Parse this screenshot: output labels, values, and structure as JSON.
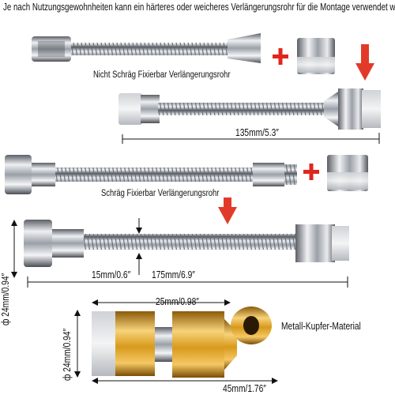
{
  "caption_top": "Je nach Nutzungsgewohnheiten kann ein härteres oder weicheres Verlängerungsrohr für die Montage verwendet werden",
  "caption_hose1": "Nicht Schräg Fixierbar Verlängerungsrohr",
  "caption_hose2": "Schräg Fixierbar Verlängerungsrohr",
  "dim_135": "135mm/5.3″",
  "dim_175": "175mm/6.9″",
  "dim_15": "15mm/0.6″",
  "dim_25": "25mm/0.98″",
  "dim_45": "45mm/1.76″",
  "dim_24_a": "ф 24mm/0.94″",
  "dim_24_b": "ф 24mm/0.94″",
  "material_label": "Metall-Kupfer-Material",
  "colors": {
    "arrow_red": "#e23a2a",
    "plus_red": "#e0261d",
    "chrome_dark": "#5b5f66",
    "chrome_light": "#eef0f3",
    "brass": "#d79a1c"
  }
}
